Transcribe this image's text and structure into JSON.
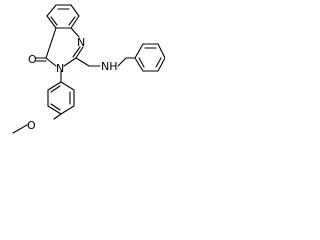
{
  "molecule": {
    "atoms": {
      "carbonyl_oxygen": "O",
      "ring_n3": "N",
      "ring_n1": "N",
      "amine_nh": "NH",
      "methoxy_oxygen": "O"
    }
  },
  "colors": {
    "bond": "#000000",
    "label": "#000000",
    "background": "#ffffff"
  }
}
